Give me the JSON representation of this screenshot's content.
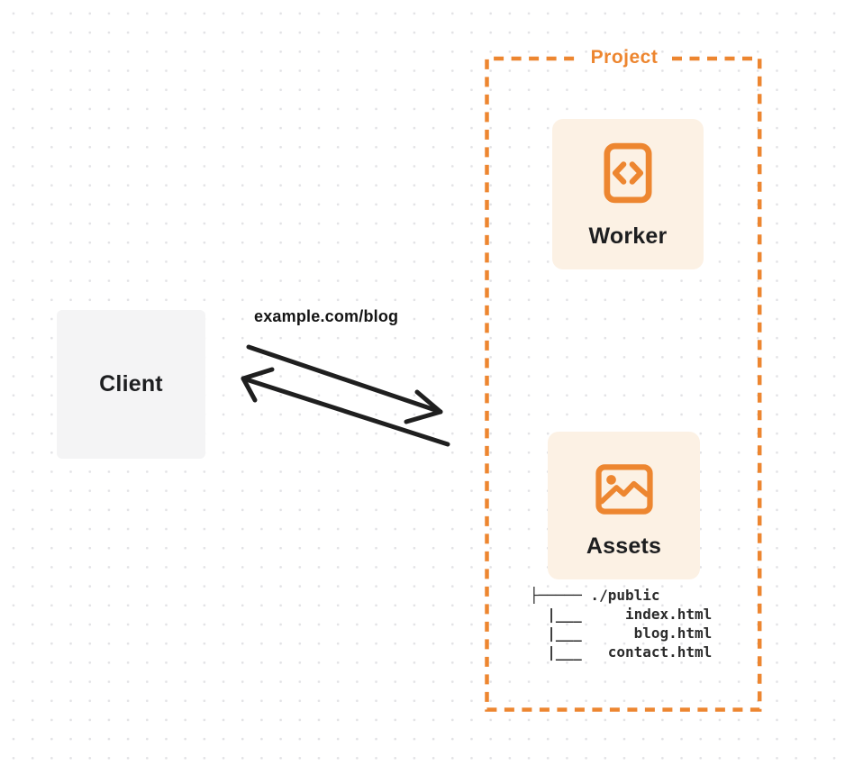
{
  "client": {
    "label": "Client"
  },
  "request": {
    "label": "example.com/blog"
  },
  "project": {
    "label": "Project",
    "worker": {
      "label": "Worker",
      "icon": "code-icon"
    },
    "assets": {
      "label": "Assets",
      "icon": "image-icon"
    },
    "file_tree": {
      "lines": [
        "├───── ./public",
        "  |___     index.html",
        "  |___      blog.html",
        "  |___   contact.html"
      ]
    }
  },
  "colors": {
    "accent_orange": "#ED8630",
    "card_fill": "#FCF1E4",
    "client_fill": "#F4F4F5",
    "ink": "#1D1E20",
    "tree_ink": "#2B2B2B",
    "arrow_ink": "#1F1F1F",
    "dot_grid": "#E2E2E5"
  }
}
